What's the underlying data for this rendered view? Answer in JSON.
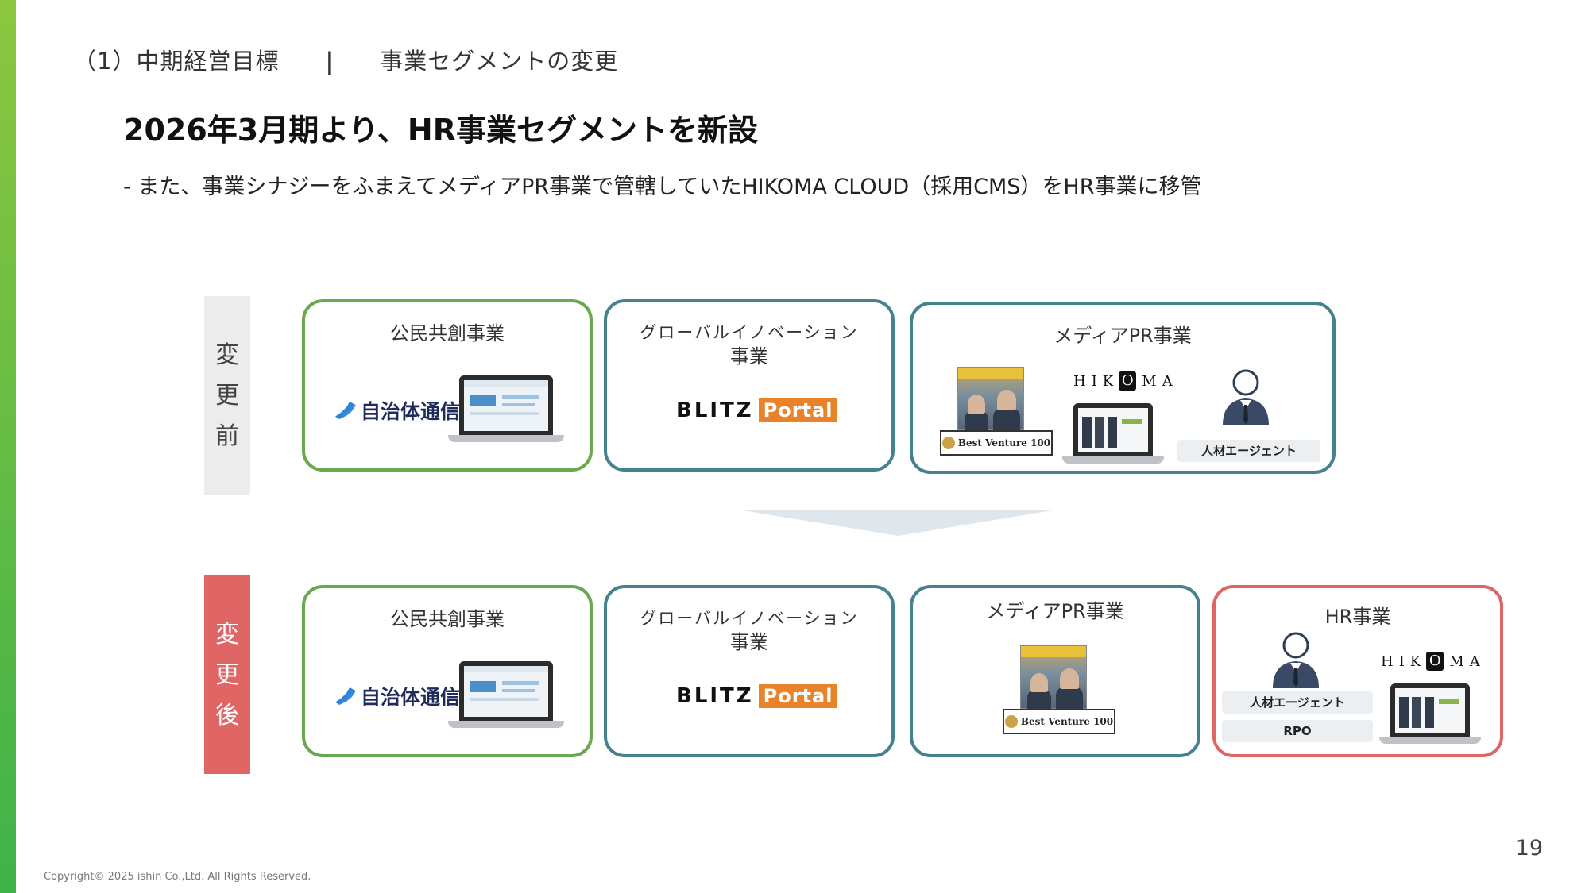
{
  "header": {
    "section": "（1）中期経営目標",
    "separator": "|",
    "topic": "事業セグメントの変更"
  },
  "title": "2026年3月期より、HR事業セグメントを新設",
  "subtitle": "- また、事業シナジーをふまえてメディアPR事業で管轄していたHIKOMA CLOUD（採用CMS）をHR事業に移管",
  "rows": {
    "before": {
      "label_chars": [
        "変",
        "更",
        "前"
      ],
      "cards": {
        "public": {
          "title": "公民共創事業",
          "logo_text": "自治体通信"
        },
        "global": {
          "title_line1": "グローバルイノベーション",
          "title_line2": "事業",
          "logo_left": "BLITZ",
          "logo_right": "Portal"
        },
        "media": {
          "title": "メディアPR事業",
          "magazine_badge": "Best Venture 100",
          "hikoma_prefix": "HIK",
          "hikoma_o": "O",
          "hikoma_suffix": "MA",
          "agent_label": "人材エージェント"
        }
      }
    },
    "after": {
      "label_chars": [
        "変",
        "更",
        "後"
      ],
      "cards": {
        "public": {
          "title": "公民共創事業",
          "logo_text": "自治体通信"
        },
        "global": {
          "title_line1": "グローバルイノベーション",
          "title_line2": "事業",
          "logo_left": "BLITZ",
          "logo_right": "Portal"
        },
        "media": {
          "title": "メディアPR事業",
          "magazine_badge": "Best Venture 100"
        },
        "hr": {
          "title": "HR事業",
          "hikoma_prefix": "HIK",
          "hikoma_o": "O",
          "hikoma_suffix": "MA",
          "agent_label": "人材エージェント",
          "rpo_label": "RPO"
        }
      }
    }
  },
  "colors": {
    "accent_green": "#6aa84f",
    "accent_blue": "#45818e",
    "accent_red": "#e06666",
    "arrow": "#dfe6ec"
  },
  "footer": {
    "page_number": "19",
    "copyright": "Copyright©  2025 ishin Co.,Ltd. All Rights Reserved."
  }
}
